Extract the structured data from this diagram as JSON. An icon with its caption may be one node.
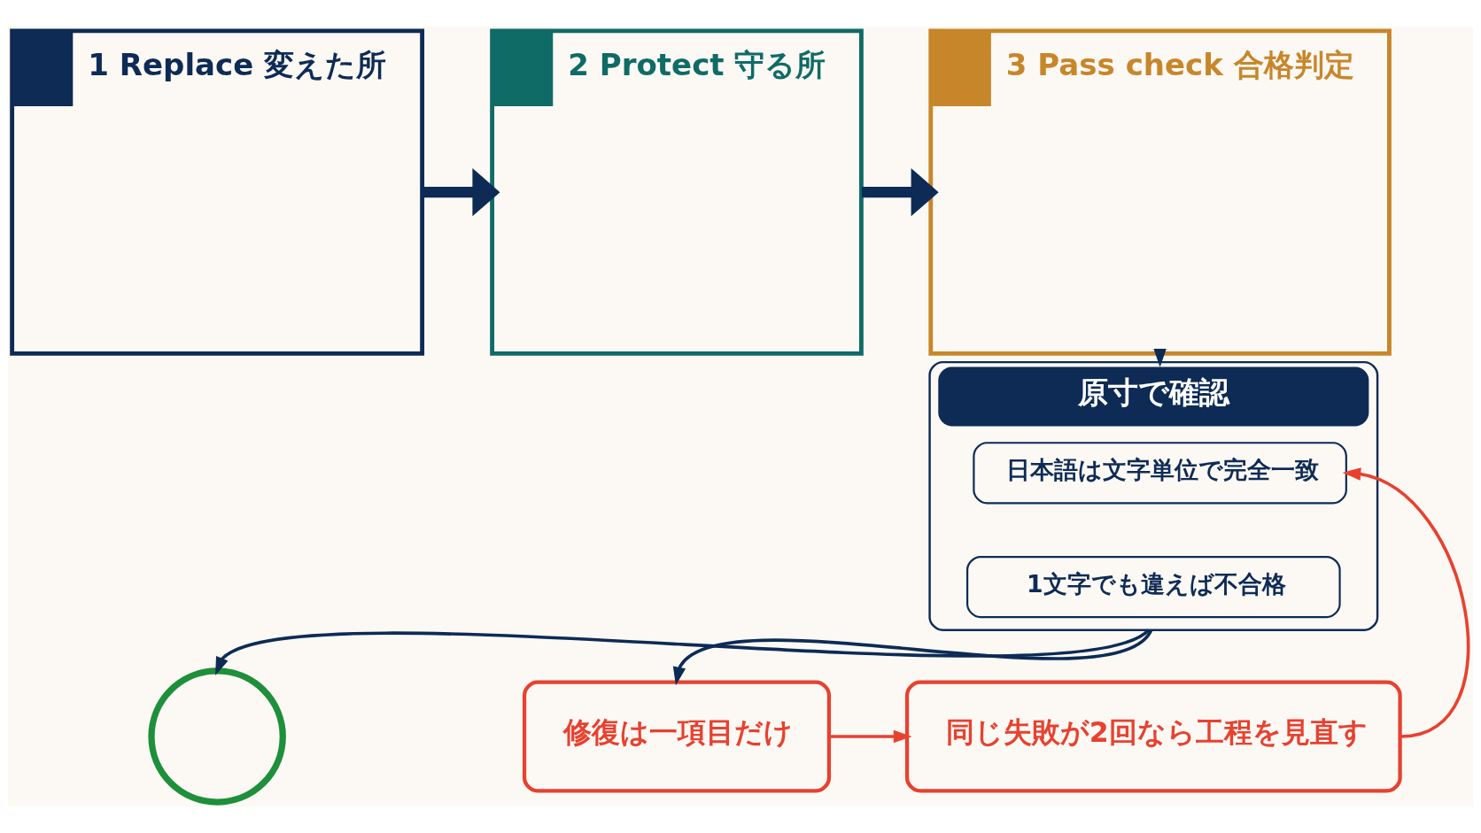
{
  "diagram": {
    "nodes": [
      {
        "text": [
          "1 Replace 変えた所"
        ]
      },
      {
        "text": [
          "2 Protect 守る所"
        ]
      },
      {
        "text": [
          "3 Pass check 合格判定"
        ]
      },
      {
        "text": [
          "原寸で確認"
        ]
      },
      {
        "text": [
          "日本語は文字単位で完全一致"
        ],
        "in": 3
      },
      {
        "text": [
          "1文字でも違えば不合格"
        ],
        "in": 3
      },
      {
        "text": [],
        "shape": "circle"
      },
      {
        "text": [
          "修復は一項目だけ"
        ]
      },
      {
        "text": [
          "同じ失敗が2回なら工程を見直す"
        ]
      }
    ],
    "edges": [
      {
        "from": 0,
        "to": 1,
        "arrow": "to",
        "style": "thick"
      },
      {
        "from": 1,
        "to": 2,
        "arrow": "to",
        "style": "thick"
      },
      {
        "from": 2,
        "to": 3,
        "arrow": "to"
      },
      {
        "from": 3,
        "to": 6,
        "arrow": "to"
      },
      {
        "from": 3,
        "to": 7,
        "arrow": "to"
      },
      {
        "from": 7,
        "to": 8,
        "arrow": "to",
        "color": "#e8412f"
      },
      {
        "from": 8,
        "to": 4,
        "arrow": "to",
        "color": "#e8412f"
      }
    ]
  }
}
